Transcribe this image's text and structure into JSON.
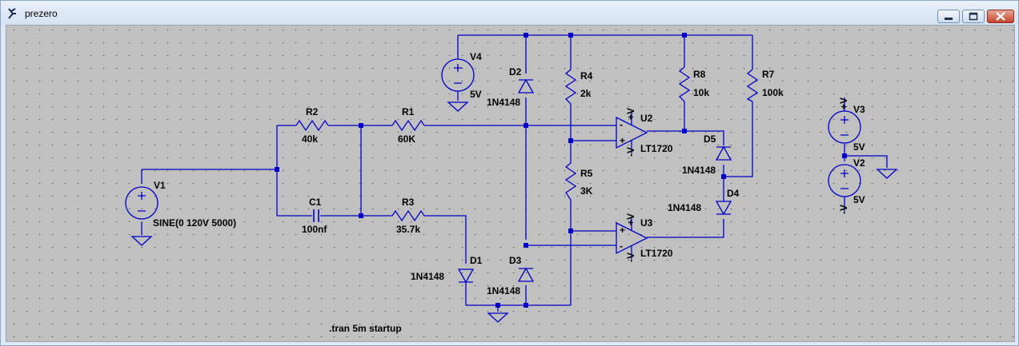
{
  "window": {
    "title": "prezero"
  },
  "colors": {
    "wire": "#0000c8",
    "canvas": "#c0c0c0",
    "grid": "#2a2a2a",
    "text": "#000000"
  },
  "icons": {
    "app": "ltspice-cursor-icon",
    "minimize": "minimize-icon",
    "maximize": "maximize-icon",
    "close": "close-icon"
  },
  "schematic": {
    "directive": ".tran 5m startup",
    "components": {
      "V1": {
        "name": "V1",
        "value": "SINE(0 120V 5000)"
      },
      "V2": {
        "name": "V2",
        "value": "5V"
      },
      "V3": {
        "name": "V3",
        "value": "5V"
      },
      "V4": {
        "name": "V4",
        "value": "5V"
      },
      "R1": {
        "name": "R1",
        "value": "60K"
      },
      "R2": {
        "name": "R2",
        "value": "40k"
      },
      "R3": {
        "name": "R3",
        "value": "35.7k"
      },
      "R4": {
        "name": "R4",
        "value": "2k"
      },
      "R5": {
        "name": "R5",
        "value": "3K"
      },
      "R7": {
        "name": "R7",
        "value": "100k"
      },
      "R8": {
        "name": "R8",
        "value": "10k"
      },
      "C1": {
        "name": "C1",
        "value": "100nf"
      },
      "D1": {
        "name": "D1",
        "value": "1N4148"
      },
      "D2": {
        "name": "D2",
        "value": "1N4148"
      },
      "D3": {
        "name": "D3",
        "value": "1N4148"
      },
      "D4": {
        "name": "D4",
        "value": "1N4148"
      },
      "D5": {
        "name": "D5",
        "value": "1N4148"
      },
      "U2": {
        "name": "U2",
        "value": "LT1720"
      },
      "U3": {
        "name": "U3",
        "value": "LT1720"
      }
    },
    "supply_labels": {
      "pos": "+V",
      "neg": "-V"
    },
    "opamp_pins": {
      "plus": "+",
      "minus": "-"
    }
  }
}
